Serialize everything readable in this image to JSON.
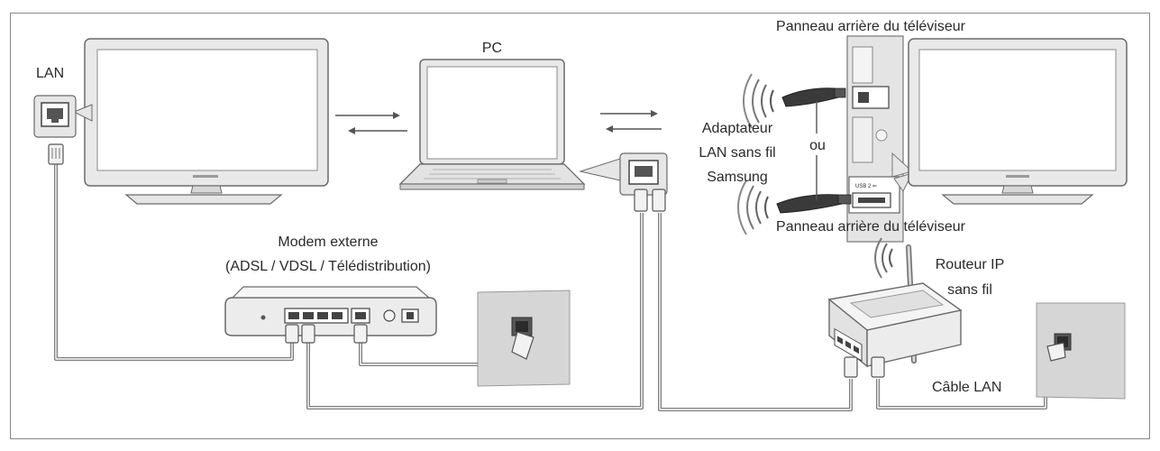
{
  "labels": {
    "lan": "LAN",
    "pc": "PC",
    "tv_back_top": "Panneau arrière du téléviseur",
    "adapter_line1": "Adaptateur",
    "adapter_line2": "LAN sans fil",
    "adapter_line3": "Samsung",
    "or": "ou",
    "tv_back_bottom": "Panneau arrière du téléviseur",
    "modem_line1": "Modem externe",
    "modem_line2": "(ADSL / VDSL / Télédistribution)",
    "router_line1": "Routeur IP",
    "router_line2": "sans fil",
    "lan_cable": "Câble LAN",
    "usb_port": "USB 2 ⇐"
  },
  "colors": {
    "device_body": "#e9e9e9",
    "device_edge": "#6a6a6a",
    "screen": "#ffffff",
    "wall": "#d6d6d6",
    "cable": "#7d7d7d",
    "dongle": "#3a3a3a"
  }
}
